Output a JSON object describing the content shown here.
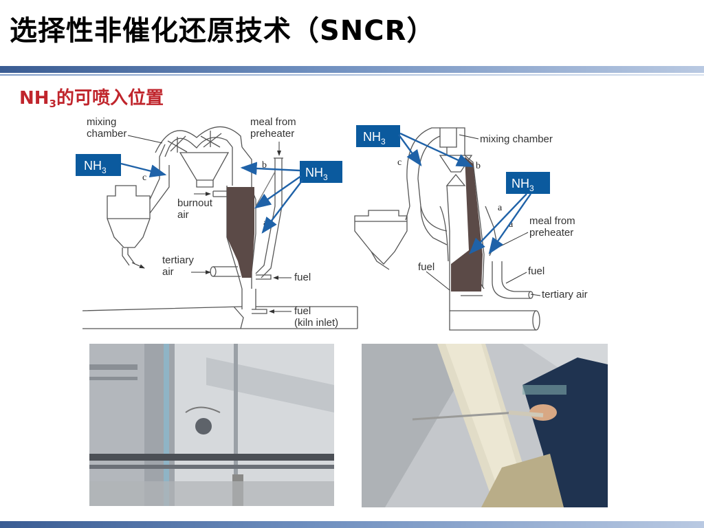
{
  "slide": {
    "title": "选择性非催化还原技术（SNCR）",
    "subtitle_prefix": "NH",
    "subtitle_sub": "3",
    "subtitle_suffix": "的可喷入位置"
  },
  "colors": {
    "nh3_box": "#0b5a9e",
    "arrow": "#1f62a8",
    "title_text": "#000000",
    "subtitle_text": "#c0252c",
    "fill_dark": "#5b4a47"
  },
  "left_diagram": {
    "nh3_main": "NH",
    "nh3_sub": "3",
    "mixing_l1": "mixing",
    "mixing_l2": "chamber",
    "meal_l1": "meal from",
    "meal_l2": "preheater",
    "burnout_l1": "burnout",
    "burnout_l2": "air",
    "tertiary_l1": "tertiary",
    "tertiary_l2": "air",
    "fuel1": "fuel",
    "fuel2": "fuel",
    "kiln": "(kiln inlet)",
    "a": "a",
    "b": "b",
    "c": "c"
  },
  "right_diagram": {
    "nh3_main": "NH",
    "nh3_sub": "3",
    "mixing": "mixing chamber",
    "meal_l1": "meal from",
    "meal_l2": "preheater",
    "fuel_left": "fuel",
    "fuel_right": "fuel",
    "tertiary": "tertiary air",
    "a": "a",
    "b": "b",
    "c": "c"
  }
}
